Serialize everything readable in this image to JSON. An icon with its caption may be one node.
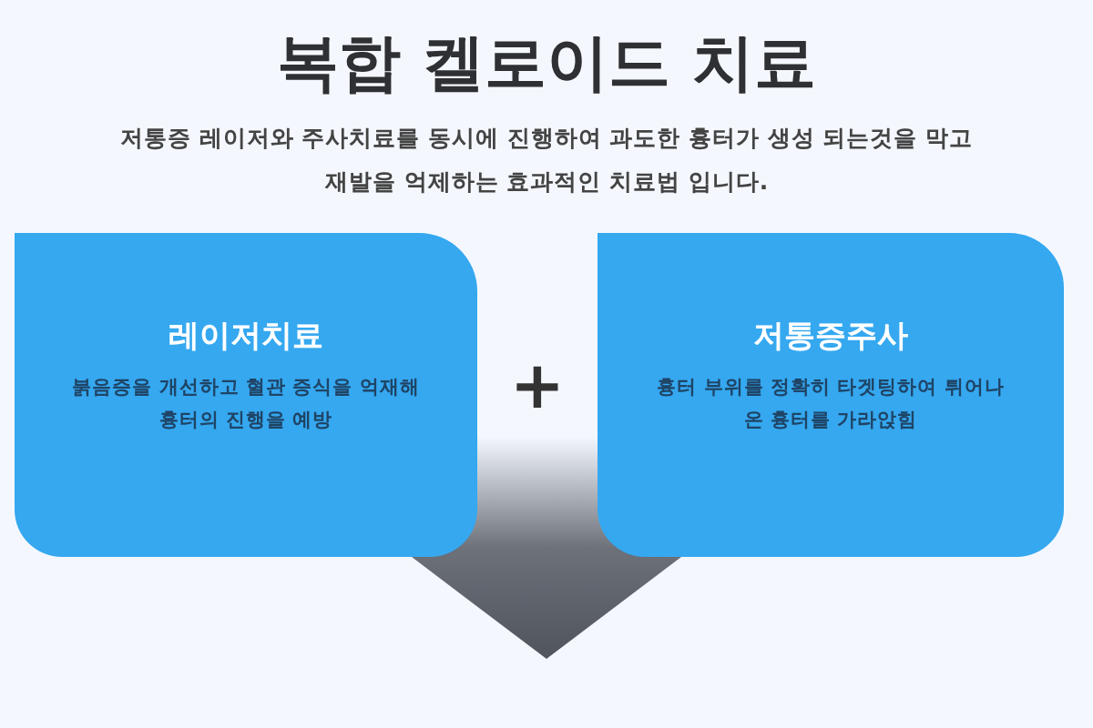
{
  "diagram": {
    "title": "복합 켈로이드 치료",
    "nodes": [
      {
        "text": [
          "레이저치료",
          "붉음증을 개선하고 혈관 증식을 억재해 흉터의 진행을 예방"
        ]
      },
      {
        "text": [
          "저통증주사",
          "흉터 부위를 정확히 타겟팅하여 튀어나온 흉터를 가라앉힘"
        ]
      }
    ],
    "labels": [
      "저통증 레이저와 주사치료를 동시에 진행하여 과도한 흉터가 생성 되는것을 막고 재발을 억제하는 효과적인 치료법 입니다.",
      "+"
    ]
  }
}
